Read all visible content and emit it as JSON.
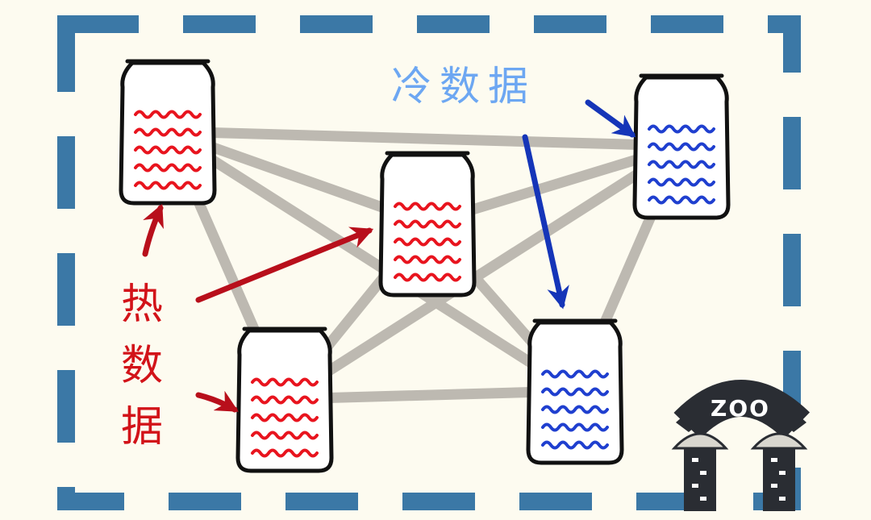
{
  "labels": {
    "cold_data": "冷数据",
    "hot_data": "热数据",
    "zoo": "ZOO"
  },
  "colors": {
    "background": "#fdfbf0",
    "border_dashes": "#3b78a6",
    "connections": "#bdb9b1",
    "hot": "#e8141e",
    "hot_label": "#d21319",
    "hot_arrow": "#b80f1b",
    "cold": "#1f3fcf",
    "cold_label": "#6da7f2",
    "cold_arrow": "#1535b8",
    "jar_outline": "#111111",
    "zoo_gate": "#2a2d33",
    "zoo_cap": "#d9d7cf"
  },
  "nodes": [
    {
      "id": "hot-jar-1",
      "type": "hot"
    },
    {
      "id": "hot-jar-2",
      "type": "hot"
    },
    {
      "id": "hot-jar-3",
      "type": "hot"
    },
    {
      "id": "cold-jar-1",
      "type": "cold"
    },
    {
      "id": "cold-jar-2",
      "type": "cold"
    }
  ],
  "edges": [
    [
      "hot-jar-1",
      "cold-jar-1"
    ],
    [
      "hot-jar-1",
      "hot-jar-2"
    ],
    [
      "hot-jar-1",
      "hot-jar-3"
    ],
    [
      "hot-jar-1",
      "cold-jar-2"
    ],
    [
      "hot-jar-2",
      "cold-jar-1"
    ],
    [
      "hot-jar-2",
      "hot-jar-3"
    ],
    [
      "hot-jar-2",
      "cold-jar-2"
    ],
    [
      "hot-jar-3",
      "cold-jar-1"
    ],
    [
      "hot-jar-3",
      "cold-jar-2"
    ],
    [
      "cold-jar-1",
      "cold-jar-2"
    ]
  ]
}
